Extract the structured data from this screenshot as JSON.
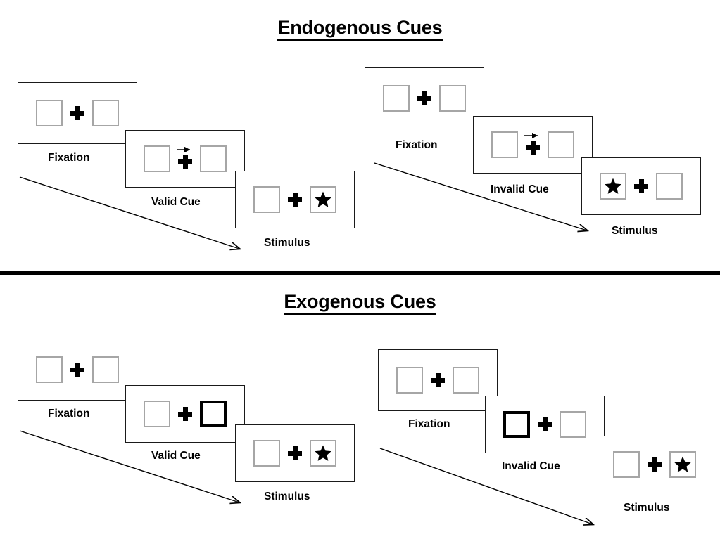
{
  "figure": {
    "title_endogenous": "Endogenous Cues",
    "title_exogenous": "Exogenous Cues"
  },
  "labels": {
    "fixation": "Fixation",
    "valid_cue": "Valid Cue",
    "invalid_cue": "Invalid Cue",
    "stimulus": "Stimulus"
  },
  "sections": [
    {
      "name": "endogenous",
      "title": "Endogenous Cues",
      "cue_type": "arrow",
      "sequences": [
        {
          "name": "valid",
          "frames": [
            {
              "label": "Fixation",
              "cue": "none",
              "arrow": "none",
              "star": "none"
            },
            {
              "label": "Valid Cue",
              "cue": "arrow",
              "arrow": "right",
              "star": "none"
            },
            {
              "label": "Stimulus",
              "cue": "none",
              "arrow": "none",
              "star": "right"
            }
          ]
        },
        {
          "name": "invalid",
          "frames": [
            {
              "label": "Fixation",
              "cue": "none",
              "arrow": "none",
              "star": "none"
            },
            {
              "label": "Invalid Cue",
              "cue": "arrow",
              "arrow": "right",
              "star": "none"
            },
            {
              "label": "Stimulus",
              "cue": "none",
              "arrow": "none",
              "star": "left"
            }
          ]
        }
      ]
    },
    {
      "name": "exogenous",
      "title": "Exogenous Cues",
      "cue_type": "box-highlight",
      "sequences": [
        {
          "name": "valid",
          "frames": [
            {
              "label": "Fixation",
              "cue": "none",
              "highlight": "none",
              "star": "none"
            },
            {
              "label": "Valid Cue",
              "cue": "box",
              "highlight": "right",
              "star": "none"
            },
            {
              "label": "Stimulus",
              "cue": "none",
              "highlight": "none",
              "star": "right"
            }
          ]
        },
        {
          "name": "invalid",
          "frames": [
            {
              "label": "Fixation",
              "cue": "none",
              "highlight": "none",
              "star": "none"
            },
            {
              "label": "Invalid Cue",
              "cue": "box",
              "highlight": "left",
              "star": "none"
            },
            {
              "label": "Stimulus",
              "cue": "none",
              "highlight": "none",
              "star": "right"
            }
          ]
        }
      ]
    }
  ],
  "icons": {
    "fixation_cross": "plus-icon",
    "cue_arrow": "arrow-right-icon",
    "target": "star-icon",
    "time_flow": "diagonal-arrow-icon"
  },
  "colors": {
    "ink": "#000000",
    "panel_border": "#1a1a1a",
    "box_border": "#a6a6a6",
    "cued_box_border": "#000000",
    "background": "#ffffff"
  }
}
